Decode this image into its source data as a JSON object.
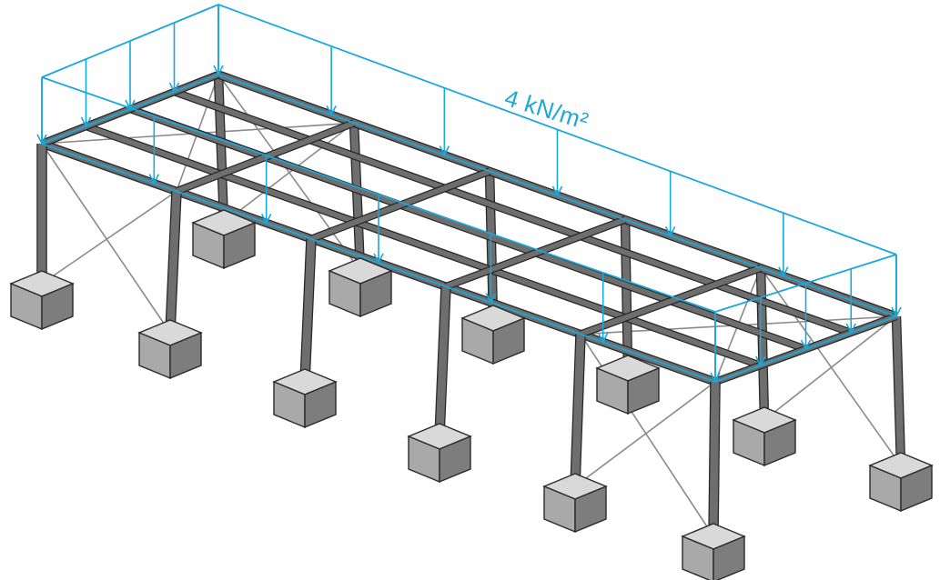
{
  "load": {
    "label": "4 kN/m²",
    "color": "#1aa7d9"
  },
  "structure": {
    "steel_color": "#6e6e6e",
    "steel_edge": "#262626",
    "footing_top": "#d9d9d9",
    "footing_front": "#a9a9a9",
    "footing_side": "#7d7d7d",
    "footing_edge": "#2a2a2a",
    "brace_color": "#8a8a8a",
    "frames": 6,
    "purlins": 5
  }
}
